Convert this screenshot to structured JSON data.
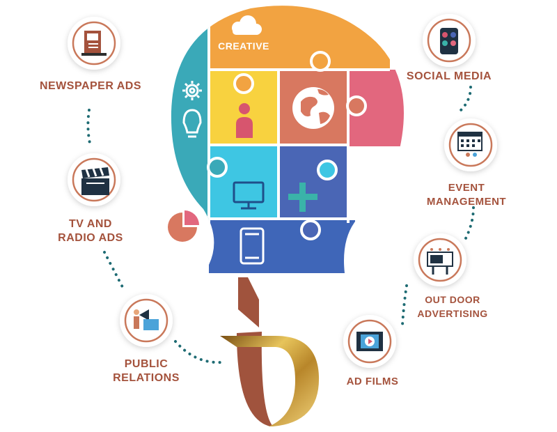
{
  "bulb": {
    "segments": [
      {
        "name": "left",
        "color": "#3aa9b8"
      },
      {
        "name": "creative",
        "color": "#f2a341",
        "label": "CREATIVE",
        "icon": "cloud-icon"
      },
      {
        "name": "person",
        "color": "#f8d23f",
        "icon": "person-icon"
      },
      {
        "name": "globe",
        "color": "#d87860",
        "icon": "globe-icon"
      },
      {
        "name": "right",
        "color": "#e2677e"
      },
      {
        "name": "monitor",
        "color": "#3ec6e3",
        "icon": "monitor-icon"
      },
      {
        "name": "plus",
        "color": "#4a66b5",
        "icon": "plus-icon"
      },
      {
        "name": "bottom",
        "color": "#3f66b8",
        "icon": "mobile-phone-icon"
      }
    ],
    "side_icons": [
      "gear-icon",
      "lightbulb-icon",
      "pie-chart-icon"
    ]
  },
  "services": [
    {
      "id": "newspaper",
      "lines": [
        "NEWSPAPER ADS"
      ],
      "icon": "newspaper-ad-icon"
    },
    {
      "id": "tv",
      "lines": [
        "TV AND",
        "RADIO ADS"
      ],
      "icon": "clapperboard-icon"
    },
    {
      "id": "pr",
      "lines": [
        "PUBLIC",
        "RELATIONS"
      ],
      "icon": "megaphone-pr-icon"
    },
    {
      "id": "social",
      "lines": [
        "SOCIAL MEDIA"
      ],
      "icon": "smartphone-social-icon"
    },
    {
      "id": "event",
      "lines": [
        "EVENT",
        "MANAGEMENT"
      ],
      "icon": "calendar-people-icon"
    },
    {
      "id": "outdoor",
      "lines": [
        "OUT DOOR",
        "ADVERTISING"
      ],
      "icon": "billboard-icon"
    },
    {
      "id": "adfilms",
      "lines": [
        "AD FILMS"
      ],
      "icon": "film-play-icon"
    }
  ],
  "colors": {
    "label": "#a4523c",
    "dots": "#1e6b73",
    "ring": "#c9785a",
    "logo_brown": "#a0533d",
    "logo_gold": "#c8962e"
  }
}
